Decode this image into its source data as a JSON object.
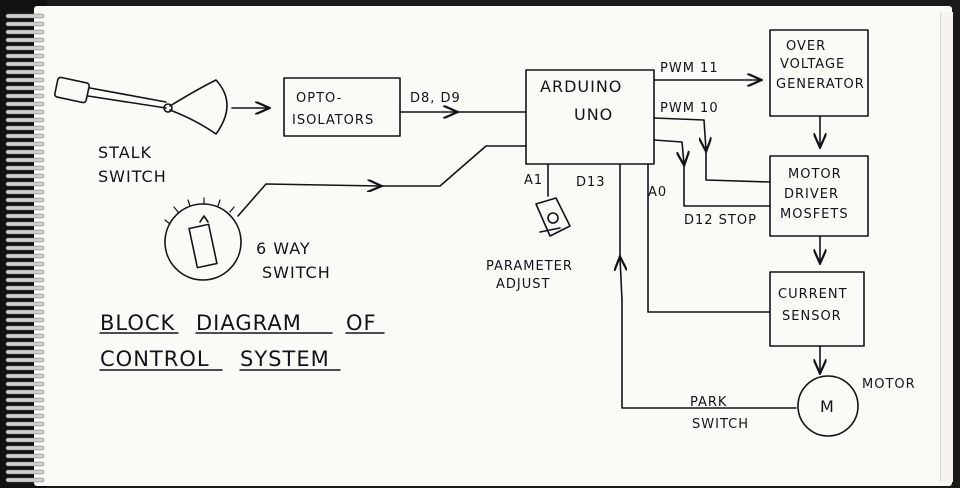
{
  "diagram": {
    "title_line1_word1": "BLOCK",
    "title_line1_word2": "DIAGRAM",
    "title_line1_word3": "OF",
    "title_line2_word1": "CONTROL",
    "title_line2_word2": "SYSTEM",
    "stalk_switch": [
      "STALK",
      "SWITCH"
    ],
    "opto_isolators": [
      "OPTO-",
      "ISOLATORS"
    ],
    "arduino": [
      "ARDUINO",
      "UNO"
    ],
    "over_voltage": [
      "OVER",
      "VOLTAGE",
      "GENERATOR"
    ],
    "motor_driver": [
      "MOTOR",
      "DRIVER",
      "MOSFETS"
    ],
    "current_sensor": [
      "CURRENT",
      "SENSOR"
    ],
    "six_way_switch": [
      "6 WAY",
      "SWITCH"
    ],
    "parameter_adjust": [
      "PARAMETER",
      "ADJUST"
    ],
    "motor_symbol": "M",
    "motor_label": "MOTOR",
    "park_switch": [
      "PARK",
      "SWITCH"
    ],
    "labels": {
      "d8_d9": "D8, D9",
      "pwm11": "PWM 11",
      "pwm10": "PWM 10",
      "a1": "A1",
      "d13": "D13",
      "a0": "A0",
      "d12_stop": "D12  STOP"
    }
  },
  "colors": {
    "ink": "#13131a",
    "paper": "#fbfaf6",
    "binding": "#111111"
  }
}
